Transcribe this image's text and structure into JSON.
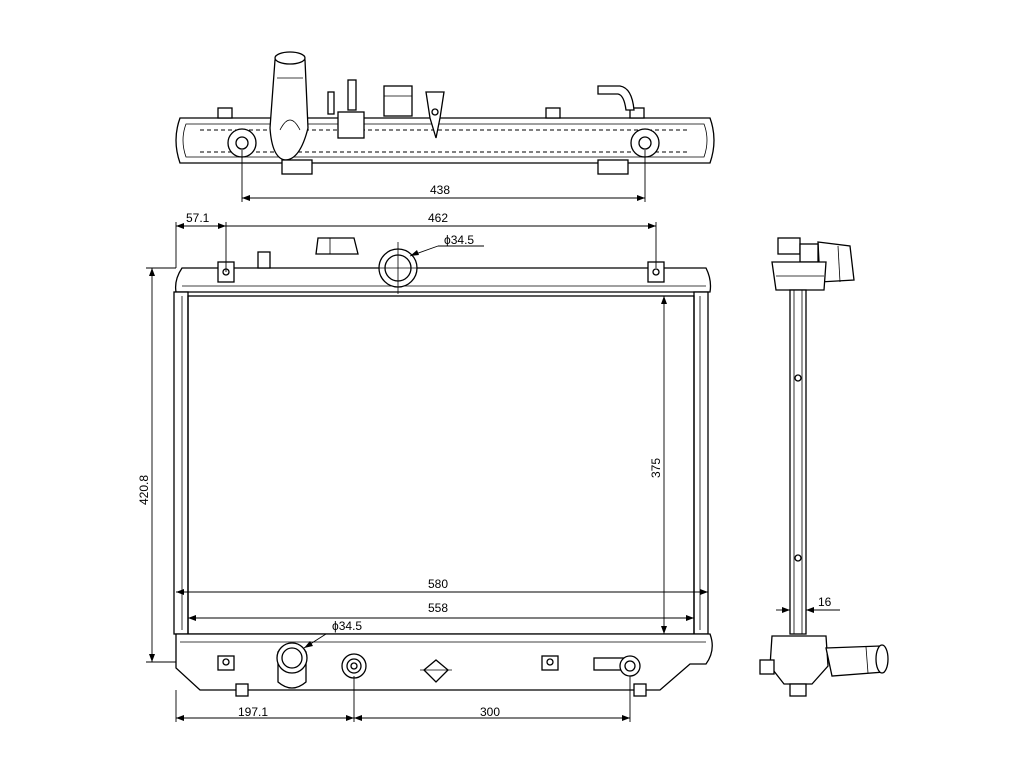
{
  "dimensions": {
    "top_view_hole_spacing": "438",
    "bracket_offset": "57.1",
    "top_tank_length": "462",
    "cap_neck_diameter": "ϕ34.5",
    "overall_height": "420.8",
    "core_height": "375",
    "overall_width": "580",
    "core_width": "558",
    "outlet_diameter": "ϕ34.5",
    "outlet_offset": "197.1",
    "outlet_to_drain": "300",
    "core_thickness": "16"
  }
}
